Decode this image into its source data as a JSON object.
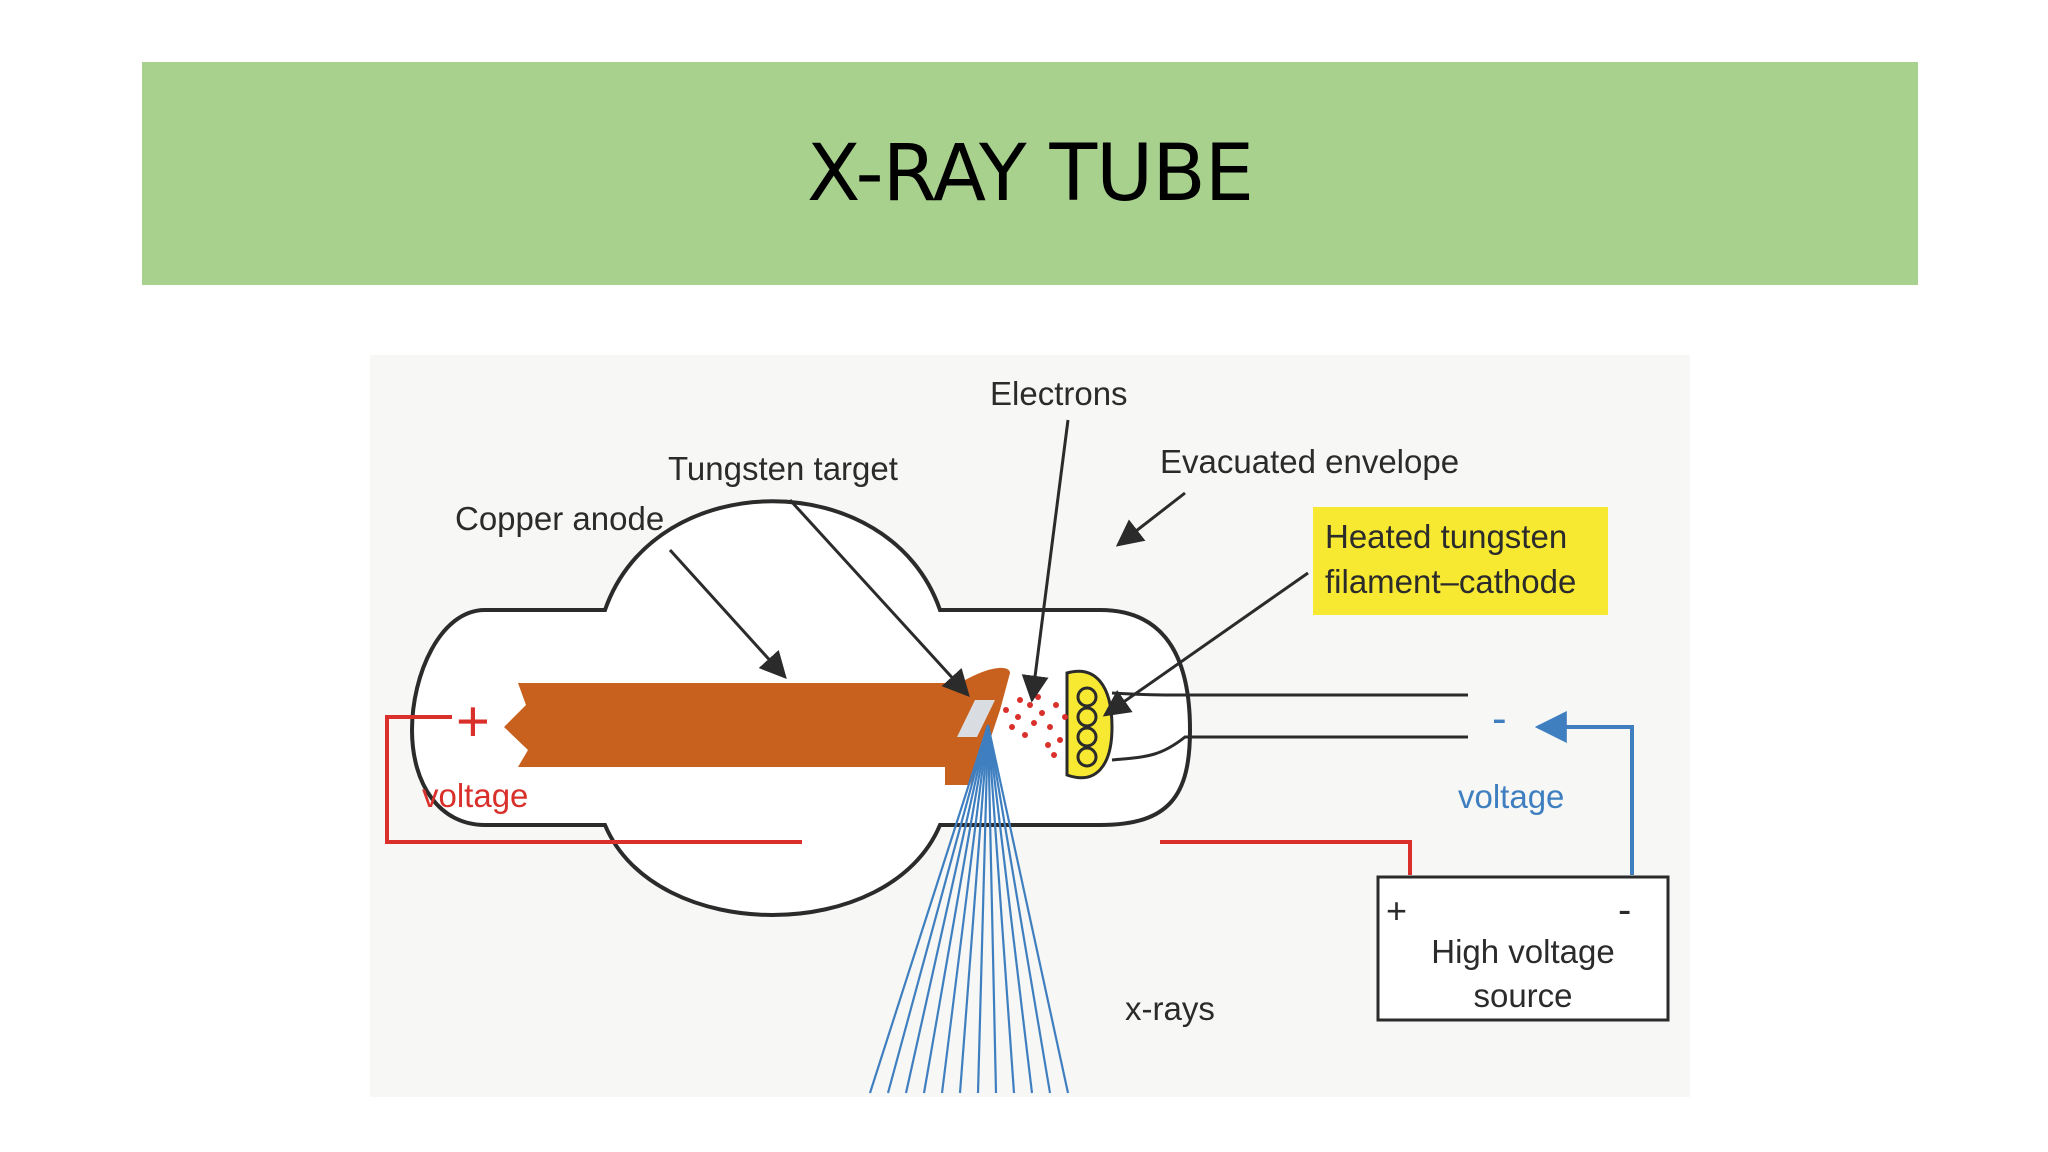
{
  "title": "X-RAY TUBE",
  "labels": {
    "electrons": "Electrons",
    "evacuated_envelope": "Evacuated envelope",
    "tungsten_target": "Tungsten target",
    "copper_anode": "Copper anode",
    "heated_filament_line1": "Heated tungsten",
    "heated_filament_line2": "filament–cathode",
    "plus_voltage_sign": "+",
    "plus_voltage": "voltage",
    "minus_voltage_sign": "-",
    "minus_voltage": "voltage",
    "source_plus": "+",
    "source_minus": "-",
    "source_line1": "High voltage",
    "source_line2": "source",
    "xrays": "x-rays"
  },
  "colors": {
    "title_band": "#a9d18e",
    "anode": "#c8601e",
    "highlight": "#f7e832",
    "positive_wire": "#d9302c",
    "negative_wire": "#3f7fc0",
    "xray_beam": "#3f7fc0",
    "outline": "#2b2b2b"
  }
}
